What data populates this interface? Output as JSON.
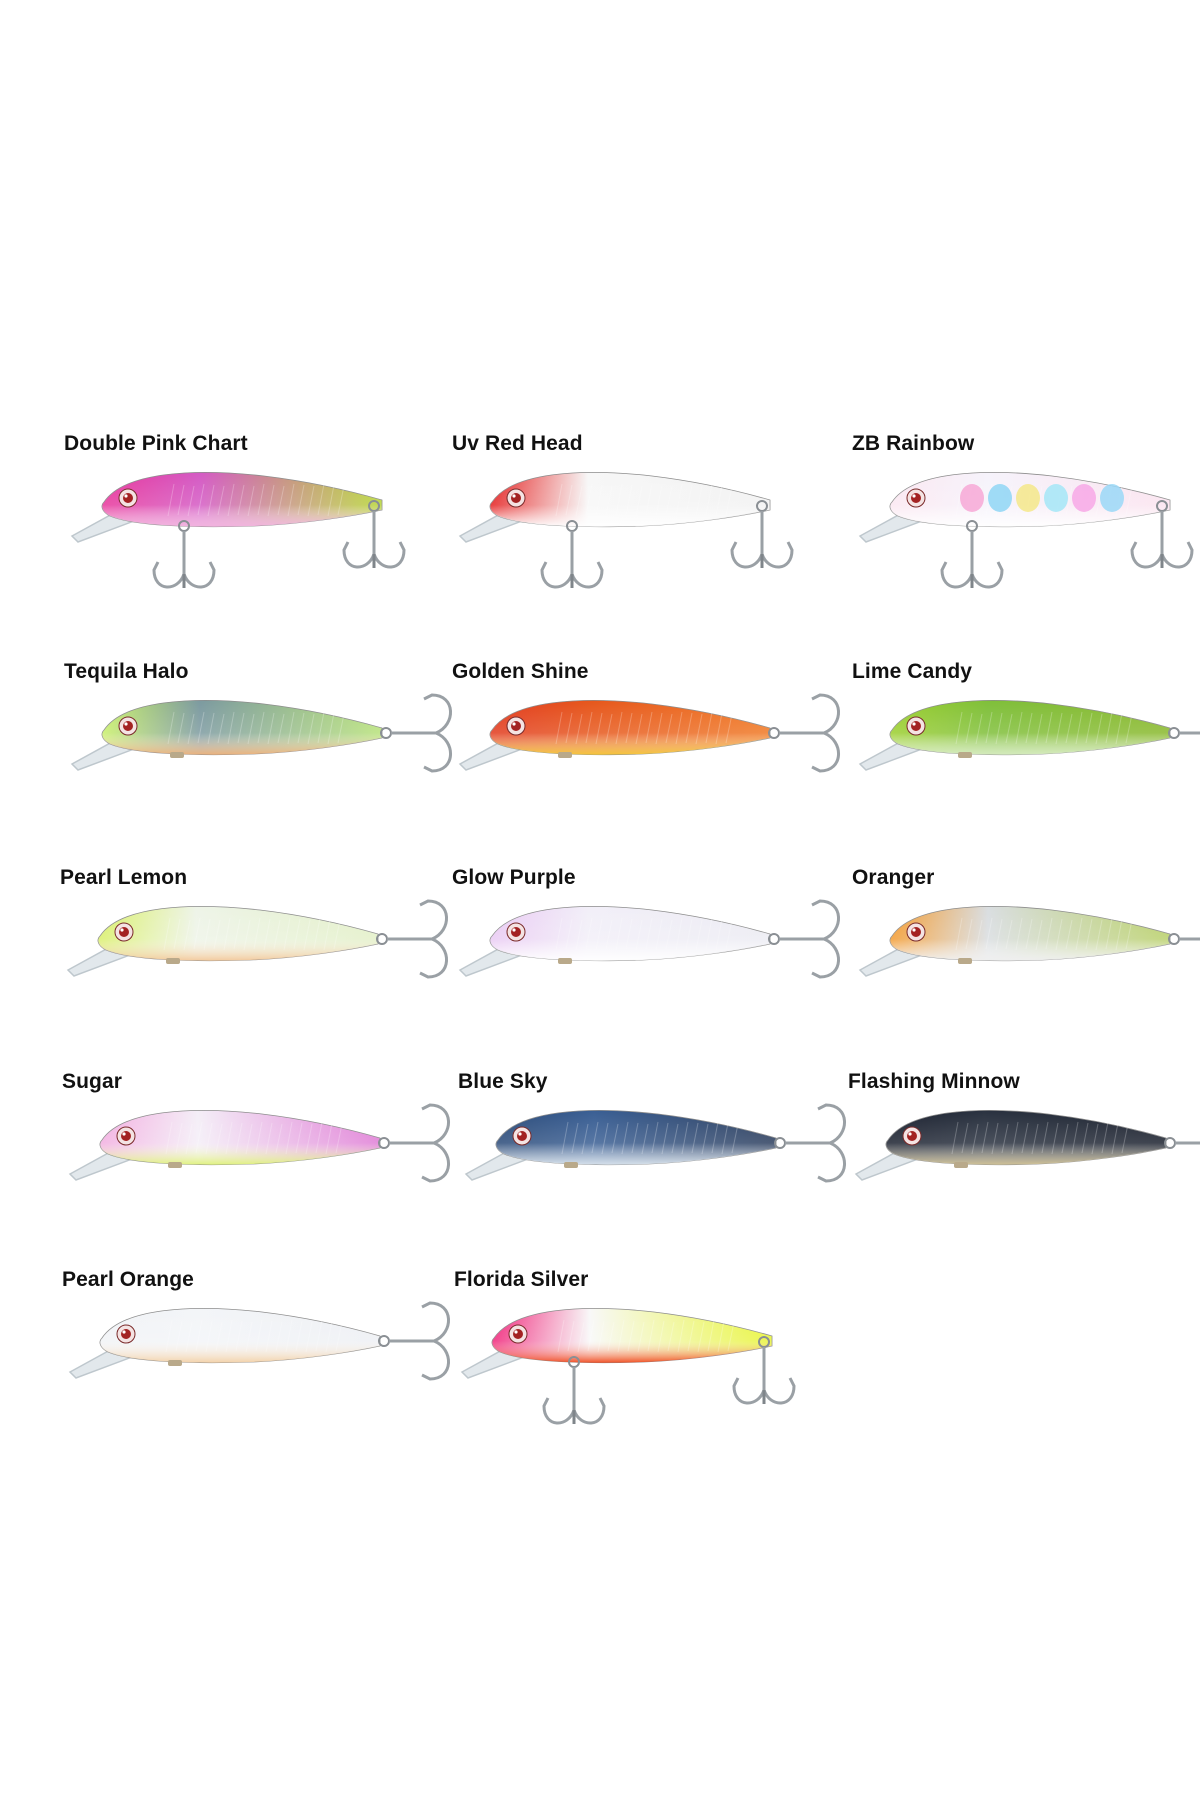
{
  "lures": [
    {
      "name": "Double Pink Chart",
      "colors": {
        "head": "#e8369b",
        "body": "#d45ac4",
        "tail": "#b7d636",
        "belly": "#f3b6e0"
      },
      "hooks": "belly-and-tail"
    },
    {
      "name": "Uv Red Head",
      "colors": {
        "head": "#e41f1f",
        "body": "#f7f7f7",
        "tail": "#f2f2f2",
        "belly": "#ffffff"
      },
      "hooks": "belly-and-tail"
    },
    {
      "name": "ZB Rainbow",
      "colors": {
        "head": "#fbe7f1",
        "body": "#f6f3fb",
        "tail": "#fbe3ef",
        "belly": "#ffffff",
        "spots": [
          "#f7a8d6",
          "#8fd6f5",
          "#f5e88a",
          "#a5e6f7",
          "#f7a8e6",
          "#9ad8f7"
        ]
      },
      "hooks": "belly-and-tail"
    },
    {
      "name": "Tequila Halo",
      "colors": {
        "head": "#c9f06a",
        "body": "#7c9aa0",
        "tail": "#b8e27a",
        "belly": "#f0b27a"
      },
      "hooks": "tail"
    },
    {
      "name": "Golden Shine",
      "colors": {
        "head": "#e23a1e",
        "body": "#e6561c",
        "tail": "#f07a26",
        "belly": "#f5c93a"
      },
      "hooks": "tail"
    },
    {
      "name": "Lime Candy",
      "colors": {
        "head": "#9ccf2e",
        "body": "#7fbf3a",
        "tail": "#8ab92e",
        "belly": "#d7ecc2"
      },
      "hooks": "tail"
    },
    {
      "name": "Pearl Lemon",
      "colors": {
        "head": "#d9ef6a",
        "body": "#eef4e8",
        "tail": "#e3f0c8",
        "belly": "#f3c89a"
      },
      "hooks": "tail"
    },
    {
      "name": "Glow Purple",
      "colors": {
        "head": "#e9c9f3",
        "body": "#f2eff8",
        "tail": "#ececf3",
        "belly": "#ffffff"
      },
      "hooks": "tail"
    },
    {
      "name": "Oranger",
      "colors": {
        "head": "#f39a2e",
        "body": "#d9dde0",
        "tail": "#b9d06a",
        "belly": "#f0f0f0"
      },
      "hooks": "tail"
    },
    {
      "name": "Sugar",
      "colors": {
        "head": "#f2aee0",
        "body": "#f4eef7",
        "tail": "#e07ed6",
        "belly": "#dff27a"
      },
      "hooks": "tail"
    },
    {
      "name": "Blue Sky",
      "colors": {
        "head": "#2a4a78",
        "body": "#3a5f94",
        "tail": "#2d3f5e",
        "belly": "#dce6ef"
      },
      "hooks": "tail"
    },
    {
      "name": "Flashing Minnow",
      "colors": {
        "head": "#1c2230",
        "body": "#2a3240",
        "tail": "#1d2330",
        "belly": "#d6c79a"
      },
      "hooks": "tail"
    },
    {
      "name": "Pearl Orange",
      "colors": {
        "head": "#f1f3f6",
        "body": "#f3f5f8",
        "tail": "#eef0f4",
        "belly": "#f3d0a6"
      },
      "hooks": "tail"
    },
    {
      "name": "Florida Silver",
      "colors": {
        "head": "#f0257a",
        "body": "#f8f8f8",
        "tail": "#e8f536",
        "belly": "#f04a1e"
      },
      "hooks": "belly-and-tail"
    }
  ]
}
